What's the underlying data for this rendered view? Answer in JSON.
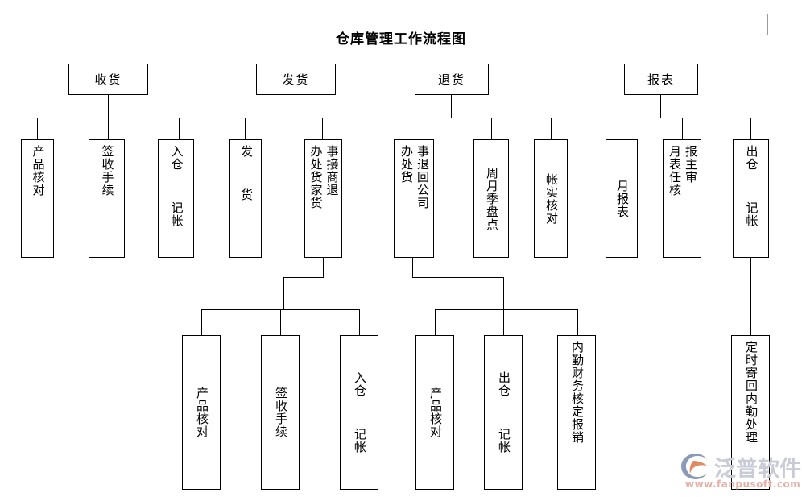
{
  "document": {
    "title": "仓库管理工作流程图",
    "corner_mark": "page-margin-guide"
  },
  "watermark": {
    "brand": "泛普软件",
    "url": "www.fanpusoft.com"
  },
  "chart_data": {
    "type": "diagram",
    "title": "仓库管理工作流程图",
    "layout": "top-down tree, four root branches",
    "roots": [
      "收货",
      "发货",
      "退货",
      "报表"
    ],
    "nodes": [
      {
        "id": "n1",
        "label": "收货",
        "level": 1,
        "orientation": "horizontal",
        "parent": null
      },
      {
        "id": "n2",
        "label": "发货",
        "level": 1,
        "orientation": "horizontal",
        "parent": null
      },
      {
        "id": "n3",
        "label": "退货",
        "level": 1,
        "orientation": "horizontal",
        "parent": null
      },
      {
        "id": "n4",
        "label": "报表",
        "level": 1,
        "orientation": "horizontal",
        "parent": null
      },
      {
        "id": "n5",
        "label": "产品核对",
        "level": 2,
        "orientation": "vertical",
        "parent": "n1"
      },
      {
        "id": "n6",
        "label": "签收手续",
        "level": 2,
        "orientation": "vertical",
        "parent": "n1"
      },
      {
        "id": "n7",
        "label": "入仓  记帐",
        "level": 2,
        "orientation": "vertical",
        "parent": "n1"
      },
      {
        "id": "n8",
        "label": "发  货",
        "level": 2,
        "orientation": "vertical",
        "parent": "n2"
      },
      {
        "id": "n9",
        "label": "接商家退货事办处货",
        "level": 2,
        "orientation": "vertical-2col",
        "col_right": "事接商退",
        "col_left": "办处货家货",
        "parent": "n2"
      },
      {
        "id": "n10",
        "label": "退回公司事办处货",
        "level": 2,
        "orientation": "vertical-2col",
        "col_right": "事退回公司",
        "col_left": "办处货",
        "parent": "n3"
      },
      {
        "id": "n11",
        "label": "周月季盘点",
        "level": 2,
        "orientation": "vertical",
        "parent": "n3"
      },
      {
        "id": "n12",
        "label": "帐实核对",
        "level": 2,
        "orientation": "vertical",
        "parent": "n4"
      },
      {
        "id": "n13",
        "label": "月报表",
        "level": 2,
        "orientation": "vertical",
        "parent": "n4"
      },
      {
        "id": "n14",
        "label": "报主任审核月表",
        "level": 2,
        "orientation": "vertical-2col",
        "col_right": "报主审",
        "col_left": "月表任核",
        "parent": "n4"
      },
      {
        "id": "n15",
        "label": "出仓  记帐",
        "level": 2,
        "orientation": "vertical",
        "parent": "n4"
      },
      {
        "id": "n16",
        "label": "产品核对",
        "level": 3,
        "orientation": "vertical",
        "parent": "n9"
      },
      {
        "id": "n17",
        "label": "签收手续",
        "level": 3,
        "orientation": "vertical",
        "parent": "n9"
      },
      {
        "id": "n18",
        "label": "入仓  记帐",
        "level": 3,
        "orientation": "vertical",
        "parent": "n9"
      },
      {
        "id": "n19",
        "label": "产品核对",
        "level": 3,
        "orientation": "vertical",
        "parent": "n10"
      },
      {
        "id": "n20",
        "label": "出仓  记帐",
        "level": 3,
        "orientation": "vertical",
        "parent": "n10"
      },
      {
        "id": "n21",
        "label": "内勤财务核定报销",
        "level": 3,
        "orientation": "vertical",
        "parent": "n10"
      },
      {
        "id": "n22",
        "label": "定时寄回内勤处理",
        "level": 3,
        "orientation": "vertical",
        "parent": "n15"
      }
    ]
  }
}
